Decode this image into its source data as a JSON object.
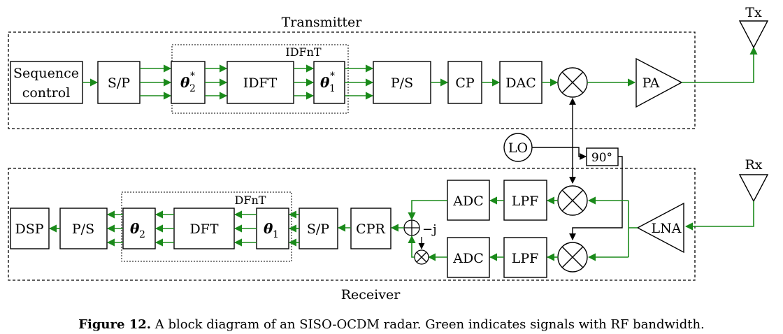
{
  "sections": {
    "transmitter": "Transmitter",
    "receiver": "Receiver"
  },
  "antennas": {
    "tx": "Tx",
    "rx": "Rx"
  },
  "tx_blocks": {
    "sequence_control_line1": "Sequence",
    "sequence_control_line2": "control",
    "sp": "S/P",
    "theta2_star": "θ",
    "theta2_star_sub": "2",
    "theta2_star_sup": "*",
    "idft": "IDFT",
    "theta1_star": "θ",
    "theta1_star_sub": "1",
    "theta1_star_sup": "*",
    "ps": "P/S",
    "cp": "CP",
    "dac": "DAC",
    "pa": "PA",
    "group_label": "IDFnT"
  },
  "shared": {
    "lo": "LO",
    "phase_shift": "90°"
  },
  "rx_blocks": {
    "lna": "LNA",
    "lpf_top": "LPF",
    "lpf_bottom": "LPF",
    "adc_top": "ADC",
    "adc_bottom": "ADC",
    "cpr": "CPR",
    "sp": "S/P",
    "theta1": "θ",
    "theta1_sub": "1",
    "dft": "DFT",
    "theta2": "θ",
    "theta2_sub": "2",
    "ps": "P/S",
    "dsp": "DSP",
    "group_label": "DFnT",
    "minus_j": "−j"
  },
  "caption": {
    "label": "Figure 12.",
    "text": " A block diagram of an SISO-OCDM radar. Green indicates signals with RF bandwidth."
  },
  "colors": {
    "rf_signal": "#1a8a1a",
    "baseband": "#000000"
  }
}
